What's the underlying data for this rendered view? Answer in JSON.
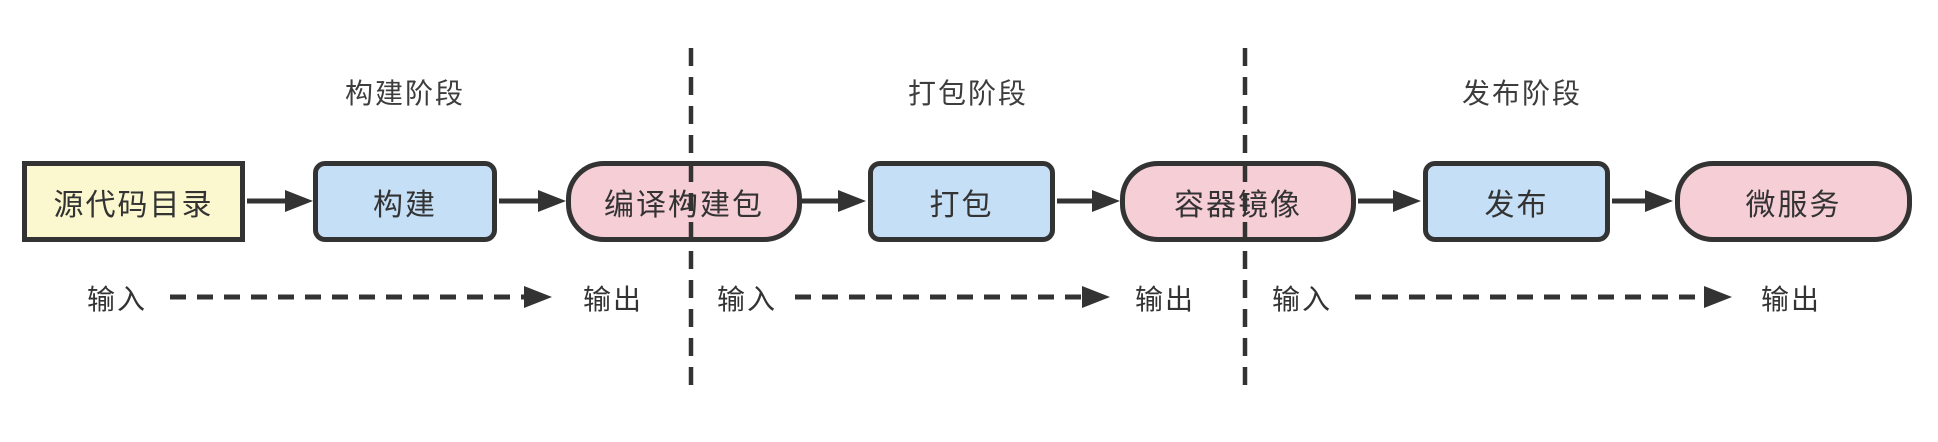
{
  "diagram_title": "CI/CD pipeline stages diagram",
  "colors": {
    "yellow": "#FBF7CE",
    "blue": "#C5DFF6",
    "pink": "#F6CED6",
    "stroke": "#333333",
    "text": "#333333",
    "background": "#ffffff"
  },
  "stages": [
    {
      "title": "构建阶段",
      "input_label": "输入",
      "output_label": "输出"
    },
    {
      "title": "打包阶段",
      "input_label": "输入",
      "output_label": "输出"
    },
    {
      "title": "发布阶段",
      "input_label": "输入",
      "output_label": "输出"
    }
  ],
  "nodes": [
    {
      "label": "源代码目录",
      "shape": "rect",
      "fill": "yellow"
    },
    {
      "label": "构建",
      "shape": "rounded",
      "fill": "blue"
    },
    {
      "label": "编译构建包",
      "shape": "pill",
      "fill": "pink"
    },
    {
      "label": "打包",
      "shape": "rounded",
      "fill": "blue"
    },
    {
      "label": "容器镜像",
      "shape": "pill",
      "fill": "pink"
    },
    {
      "label": "发布",
      "shape": "rounded",
      "fill": "blue"
    },
    {
      "label": "微服务",
      "shape": "pill",
      "fill": "pink"
    }
  ]
}
